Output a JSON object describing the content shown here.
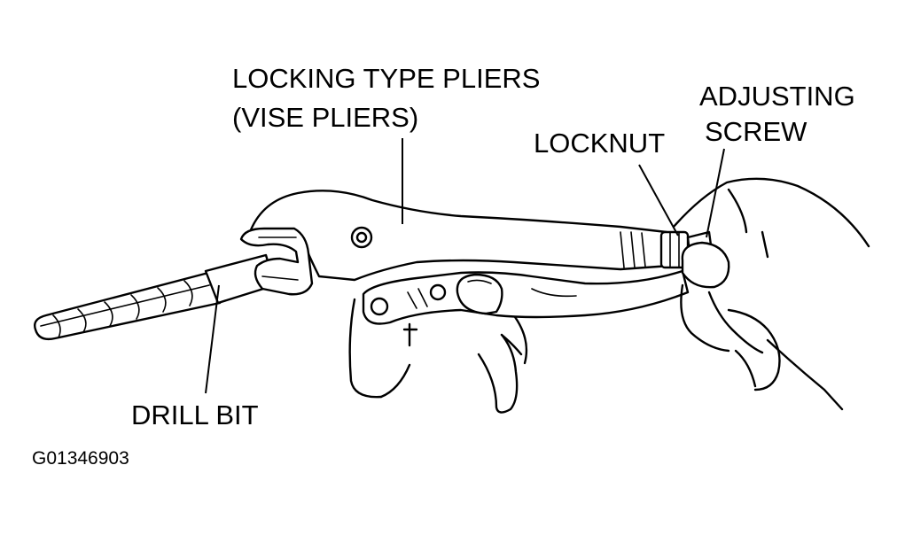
{
  "labels": {
    "pliers_line1": "LOCKING TYPE PLIERS",
    "pliers_line2": "(VISE PLIERS)",
    "adjusting_line1": "ADJUSTING",
    "adjusting_line2": "SCREW",
    "locknut": "LOCKNUT",
    "drill_bit": "DRILL BIT",
    "figure_id": "G01346903"
  }
}
